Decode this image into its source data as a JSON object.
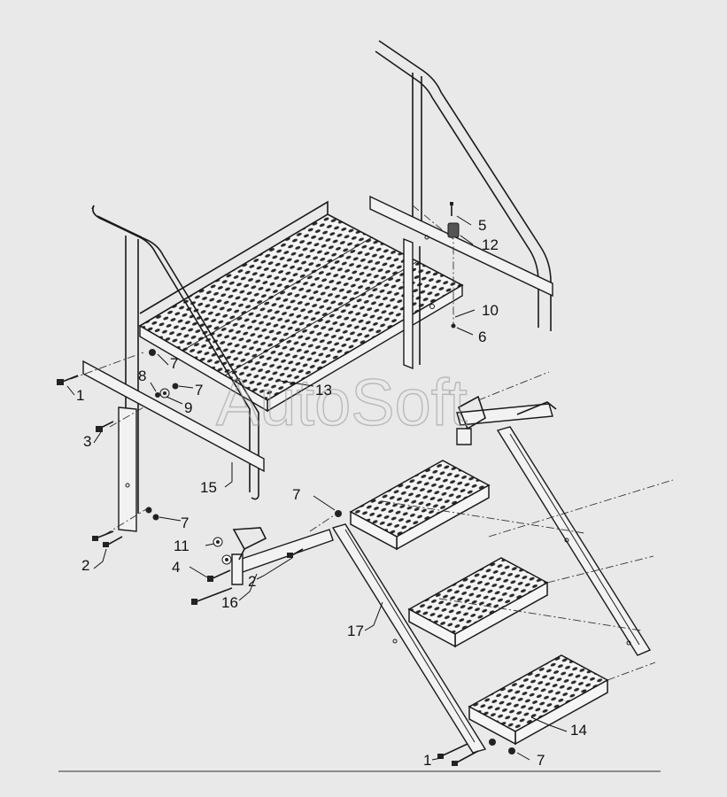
{
  "watermark": "AutoSoft",
  "callouts": [
    {
      "id": "c1a",
      "label": "1"
    },
    {
      "id": "c1b",
      "label": "1"
    },
    {
      "id": "c2a",
      "label": "2"
    },
    {
      "id": "c2b",
      "label": "2"
    },
    {
      "id": "c3",
      "label": "3"
    },
    {
      "id": "c4",
      "label": "4"
    },
    {
      "id": "c5",
      "label": "5"
    },
    {
      "id": "c6",
      "label": "6"
    },
    {
      "id": "c7a",
      "label": "7"
    },
    {
      "id": "c7b",
      "label": "7"
    },
    {
      "id": "c7c",
      "label": "7"
    },
    {
      "id": "c7d",
      "label": "7"
    },
    {
      "id": "c7e",
      "label": "7"
    },
    {
      "id": "c8",
      "label": "8"
    },
    {
      "id": "c9",
      "label": "9"
    },
    {
      "id": "c10",
      "label": "10"
    },
    {
      "id": "c11",
      "label": "11"
    },
    {
      "id": "c12",
      "label": "12"
    },
    {
      "id": "c13",
      "label": "13"
    },
    {
      "id": "c14",
      "label": "14"
    },
    {
      "id": "c15",
      "label": "15"
    },
    {
      "id": "c16",
      "label": "16"
    },
    {
      "id": "c17",
      "label": "17"
    }
  ],
  "colors": {
    "background": "#e9e9e9",
    "line": "#1a1a1a",
    "watermark": "#9a9a9a"
  }
}
